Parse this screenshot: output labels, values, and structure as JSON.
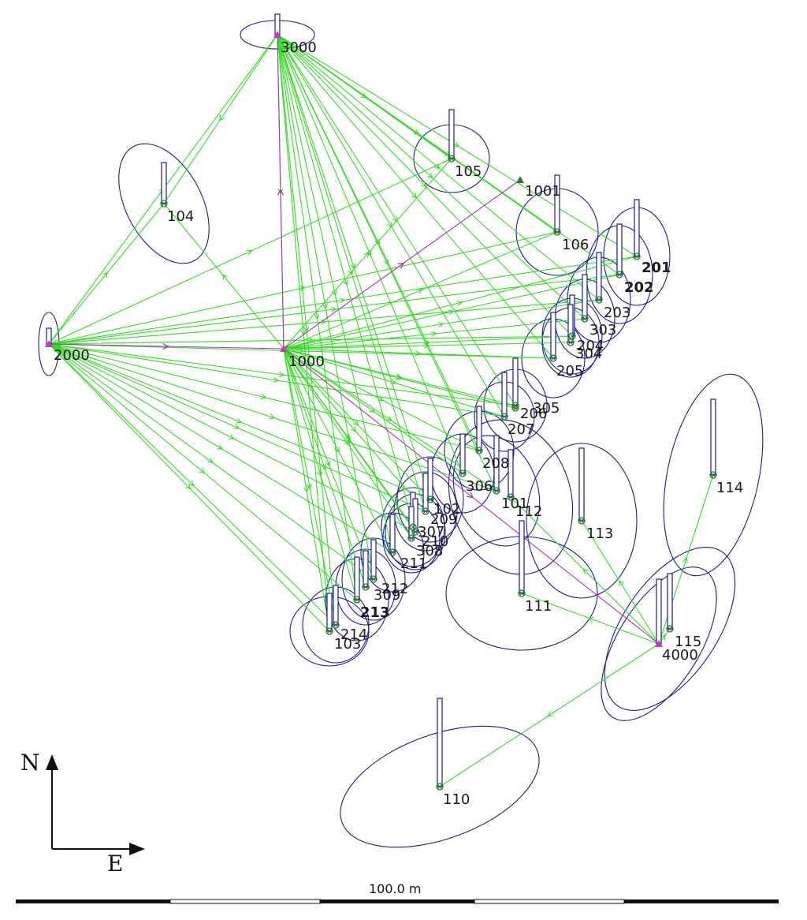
{
  "colors": {
    "observation": "#33dd22",
    "control_link": "#b030c0",
    "ellipse": "#1a1a99",
    "bar_fill": "#ffffff",
    "bar_stroke": "#1a1a99",
    "station_mark": "#2a7a2a",
    "control_mark": "#cc33cc",
    "text": "#1a1a1a"
  },
  "north_arrow": {
    "north_label": "N",
    "east_label": "E"
  },
  "scale_bar": {
    "label": "100.0 m"
  },
  "stations": [
    {
      "id": "3000",
      "label": "3000",
      "type": "control",
      "label_style": "normal"
    },
    {
      "id": "2000",
      "label": "2000",
      "type": "control",
      "label_style": "normal"
    },
    {
      "id": "1000",
      "label": "1000",
      "type": "control",
      "label_style": "normal"
    },
    {
      "id": "4000",
      "label": "4000",
      "type": "control",
      "label_style": "normal"
    },
    {
      "id": "1001",
      "label": "1001",
      "type": "target",
      "label_style": "normal"
    },
    {
      "id": "104",
      "label": "104",
      "type": "point",
      "label_style": "normal"
    },
    {
      "id": "105",
      "label": "105",
      "type": "point",
      "label_style": "normal"
    },
    {
      "id": "106",
      "label": "106",
      "type": "point",
      "label_style": "normal"
    },
    {
      "id": "201",
      "label": "201",
      "type": "point",
      "label_style": "bold"
    },
    {
      "id": "202",
      "label": "202",
      "type": "point",
      "label_style": "bold"
    },
    {
      "id": "203",
      "label": "203",
      "type": "point",
      "label_style": "normal"
    },
    {
      "id": "303",
      "label": "303",
      "type": "point",
      "label_style": "normal"
    },
    {
      "id": "204",
      "label": "204",
      "type": "point",
      "label_style": "normal"
    },
    {
      "id": "304",
      "label": "304",
      "type": "point",
      "label_style": "normal"
    },
    {
      "id": "205",
      "label": "205",
      "type": "point",
      "label_style": "normal"
    },
    {
      "id": "206",
      "label": "206",
      "type": "point",
      "label_style": "normal"
    },
    {
      "id": "207",
      "label": "207",
      "type": "point",
      "label_style": "normal"
    },
    {
      "id": "305",
      "label": "305",
      "type": "point",
      "label_style": "normal"
    },
    {
      "id": "208",
      "label": "208",
      "type": "point",
      "label_style": "normal"
    },
    {
      "id": "306",
      "label": "306",
      "type": "point",
      "label_style": "normal"
    },
    {
      "id": "101",
      "label": "101",
      "type": "point",
      "label_style": "normal"
    },
    {
      "id": "112",
      "label": "112",
      "type": "point",
      "label_style": "normal"
    },
    {
      "id": "102",
      "label": "102",
      "type": "point",
      "label_style": "normal"
    },
    {
      "id": "209",
      "label": "209",
      "type": "point",
      "label_style": "normal"
    },
    {
      "id": "307",
      "label": "307",
      "type": "point",
      "label_style": "normal"
    },
    {
      "id": "210",
      "label": "210",
      "type": "point",
      "label_style": "normal"
    },
    {
      "id": "308",
      "label": "308",
      "type": "point",
      "label_style": "normal"
    },
    {
      "id": "211",
      "label": "211",
      "type": "point",
      "label_style": "normal"
    },
    {
      "id": "212",
      "label": "212",
      "type": "point",
      "label_style": "normal"
    },
    {
      "id": "309",
      "label": "309",
      "type": "point",
      "label_style": "normal"
    },
    {
      "id": "213",
      "label": "213",
      "type": "point",
      "label_style": "bold"
    },
    {
      "id": "214",
      "label": "214",
      "type": "point",
      "label_style": "normal"
    },
    {
      "id": "103",
      "label": "103",
      "type": "point",
      "label_style": "normal"
    },
    {
      "id": "113",
      "label": "113",
      "type": "point",
      "label_style": "normal"
    },
    {
      "id": "111",
      "label": "111",
      "type": "point",
      "label_style": "normal"
    },
    {
      "id": "114",
      "label": "114",
      "type": "point",
      "label_style": "normal"
    },
    {
      "id": "115",
      "label": "115",
      "type": "point",
      "label_style": "normal"
    },
    {
      "id": "110",
      "label": "110",
      "type": "point",
      "label_style": "normal"
    }
  ],
  "control_links": [
    {
      "from": "1000",
      "to": "3000"
    },
    {
      "from": "2000",
      "to": "1000"
    },
    {
      "from": "1000",
      "to": "1001"
    },
    {
      "from": "1000",
      "to": "4000"
    }
  ],
  "observations": [
    {
      "from": "3000",
      "to": "104"
    },
    {
      "from": "3000",
      "to": "105"
    },
    {
      "from": "3000",
      "to": "106"
    },
    {
      "from": "3000",
      "to": "201"
    },
    {
      "from": "3000",
      "to": "202"
    },
    {
      "from": "3000",
      "to": "203"
    },
    {
      "from": "3000",
      "to": "303"
    },
    {
      "from": "3000",
      "to": "204"
    },
    {
      "from": "3000",
      "to": "205"
    },
    {
      "from": "3000",
      "to": "206"
    },
    {
      "from": "3000",
      "to": "207"
    },
    {
      "from": "3000",
      "to": "208"
    },
    {
      "from": "3000",
      "to": "306"
    },
    {
      "from": "3000",
      "to": "101"
    },
    {
      "from": "3000",
      "to": "102"
    },
    {
      "from": "3000",
      "to": "209"
    },
    {
      "from": "3000",
      "to": "210"
    },
    {
      "from": "3000",
      "to": "211"
    },
    {
      "from": "3000",
      "to": "212"
    },
    {
      "from": "3000",
      "to": "213"
    },
    {
      "from": "3000",
      "to": "214"
    },
    {
      "from": "3000",
      "to": "103"
    },
    {
      "from": "3000",
      "to": "1000"
    },
    {
      "from": "2000",
      "to": "104"
    },
    {
      "from": "2000",
      "to": "3000"
    },
    {
      "from": "2000",
      "to": "105"
    },
    {
      "from": "2000",
      "to": "106"
    },
    {
      "from": "2000",
      "to": "201"
    },
    {
      "from": "2000",
      "to": "202"
    },
    {
      "from": "2000",
      "to": "203"
    },
    {
      "from": "2000",
      "to": "204"
    },
    {
      "from": "2000",
      "to": "205"
    },
    {
      "from": "2000",
      "to": "206"
    },
    {
      "from": "2000",
      "to": "207"
    },
    {
      "from": "2000",
      "to": "208"
    },
    {
      "from": "2000",
      "to": "101"
    },
    {
      "from": "2000",
      "to": "102"
    },
    {
      "from": "2000",
      "to": "209"
    },
    {
      "from": "2000",
      "to": "210"
    },
    {
      "from": "2000",
      "to": "211"
    },
    {
      "from": "2000",
      "to": "212"
    },
    {
      "from": "2000",
      "to": "213"
    },
    {
      "from": "2000",
      "to": "214"
    },
    {
      "from": "2000",
      "to": "103"
    },
    {
      "from": "1000",
      "to": "104"
    },
    {
      "from": "1000",
      "to": "105"
    },
    {
      "from": "1000",
      "to": "106"
    },
    {
      "from": "1000",
      "to": "201"
    },
    {
      "from": "1000",
      "to": "202"
    },
    {
      "from": "1000",
      "to": "203"
    },
    {
      "from": "1000",
      "to": "303"
    },
    {
      "from": "1000",
      "to": "204"
    },
    {
      "from": "1000",
      "to": "304"
    },
    {
      "from": "1000",
      "to": "205"
    },
    {
      "from": "1000",
      "to": "206"
    },
    {
      "from": "1000",
      "to": "207"
    },
    {
      "from": "1000",
      "to": "305"
    },
    {
      "from": "1000",
      "to": "208"
    },
    {
      "from": "1000",
      "to": "306"
    },
    {
      "from": "1000",
      "to": "101"
    },
    {
      "from": "1000",
      "to": "102"
    },
    {
      "from": "1000",
      "to": "209"
    },
    {
      "from": "1000",
      "to": "307"
    },
    {
      "from": "1000",
      "to": "210"
    },
    {
      "from": "1000",
      "to": "308"
    },
    {
      "from": "1000",
      "to": "211"
    },
    {
      "from": "1000",
      "to": "212"
    },
    {
      "from": "1000",
      "to": "309"
    },
    {
      "from": "1000",
      "to": "213"
    },
    {
      "from": "1000",
      "to": "214"
    },
    {
      "from": "1000",
      "to": "103"
    },
    {
      "from": "4000",
      "to": "110"
    },
    {
      "from": "4000",
      "to": "111"
    },
    {
      "from": "4000",
      "to": "113"
    },
    {
      "from": "4000",
      "to": "114"
    },
    {
      "from": "4000",
      "to": "115"
    },
    {
      "from": "4000",
      "to": "112"
    }
  ]
}
